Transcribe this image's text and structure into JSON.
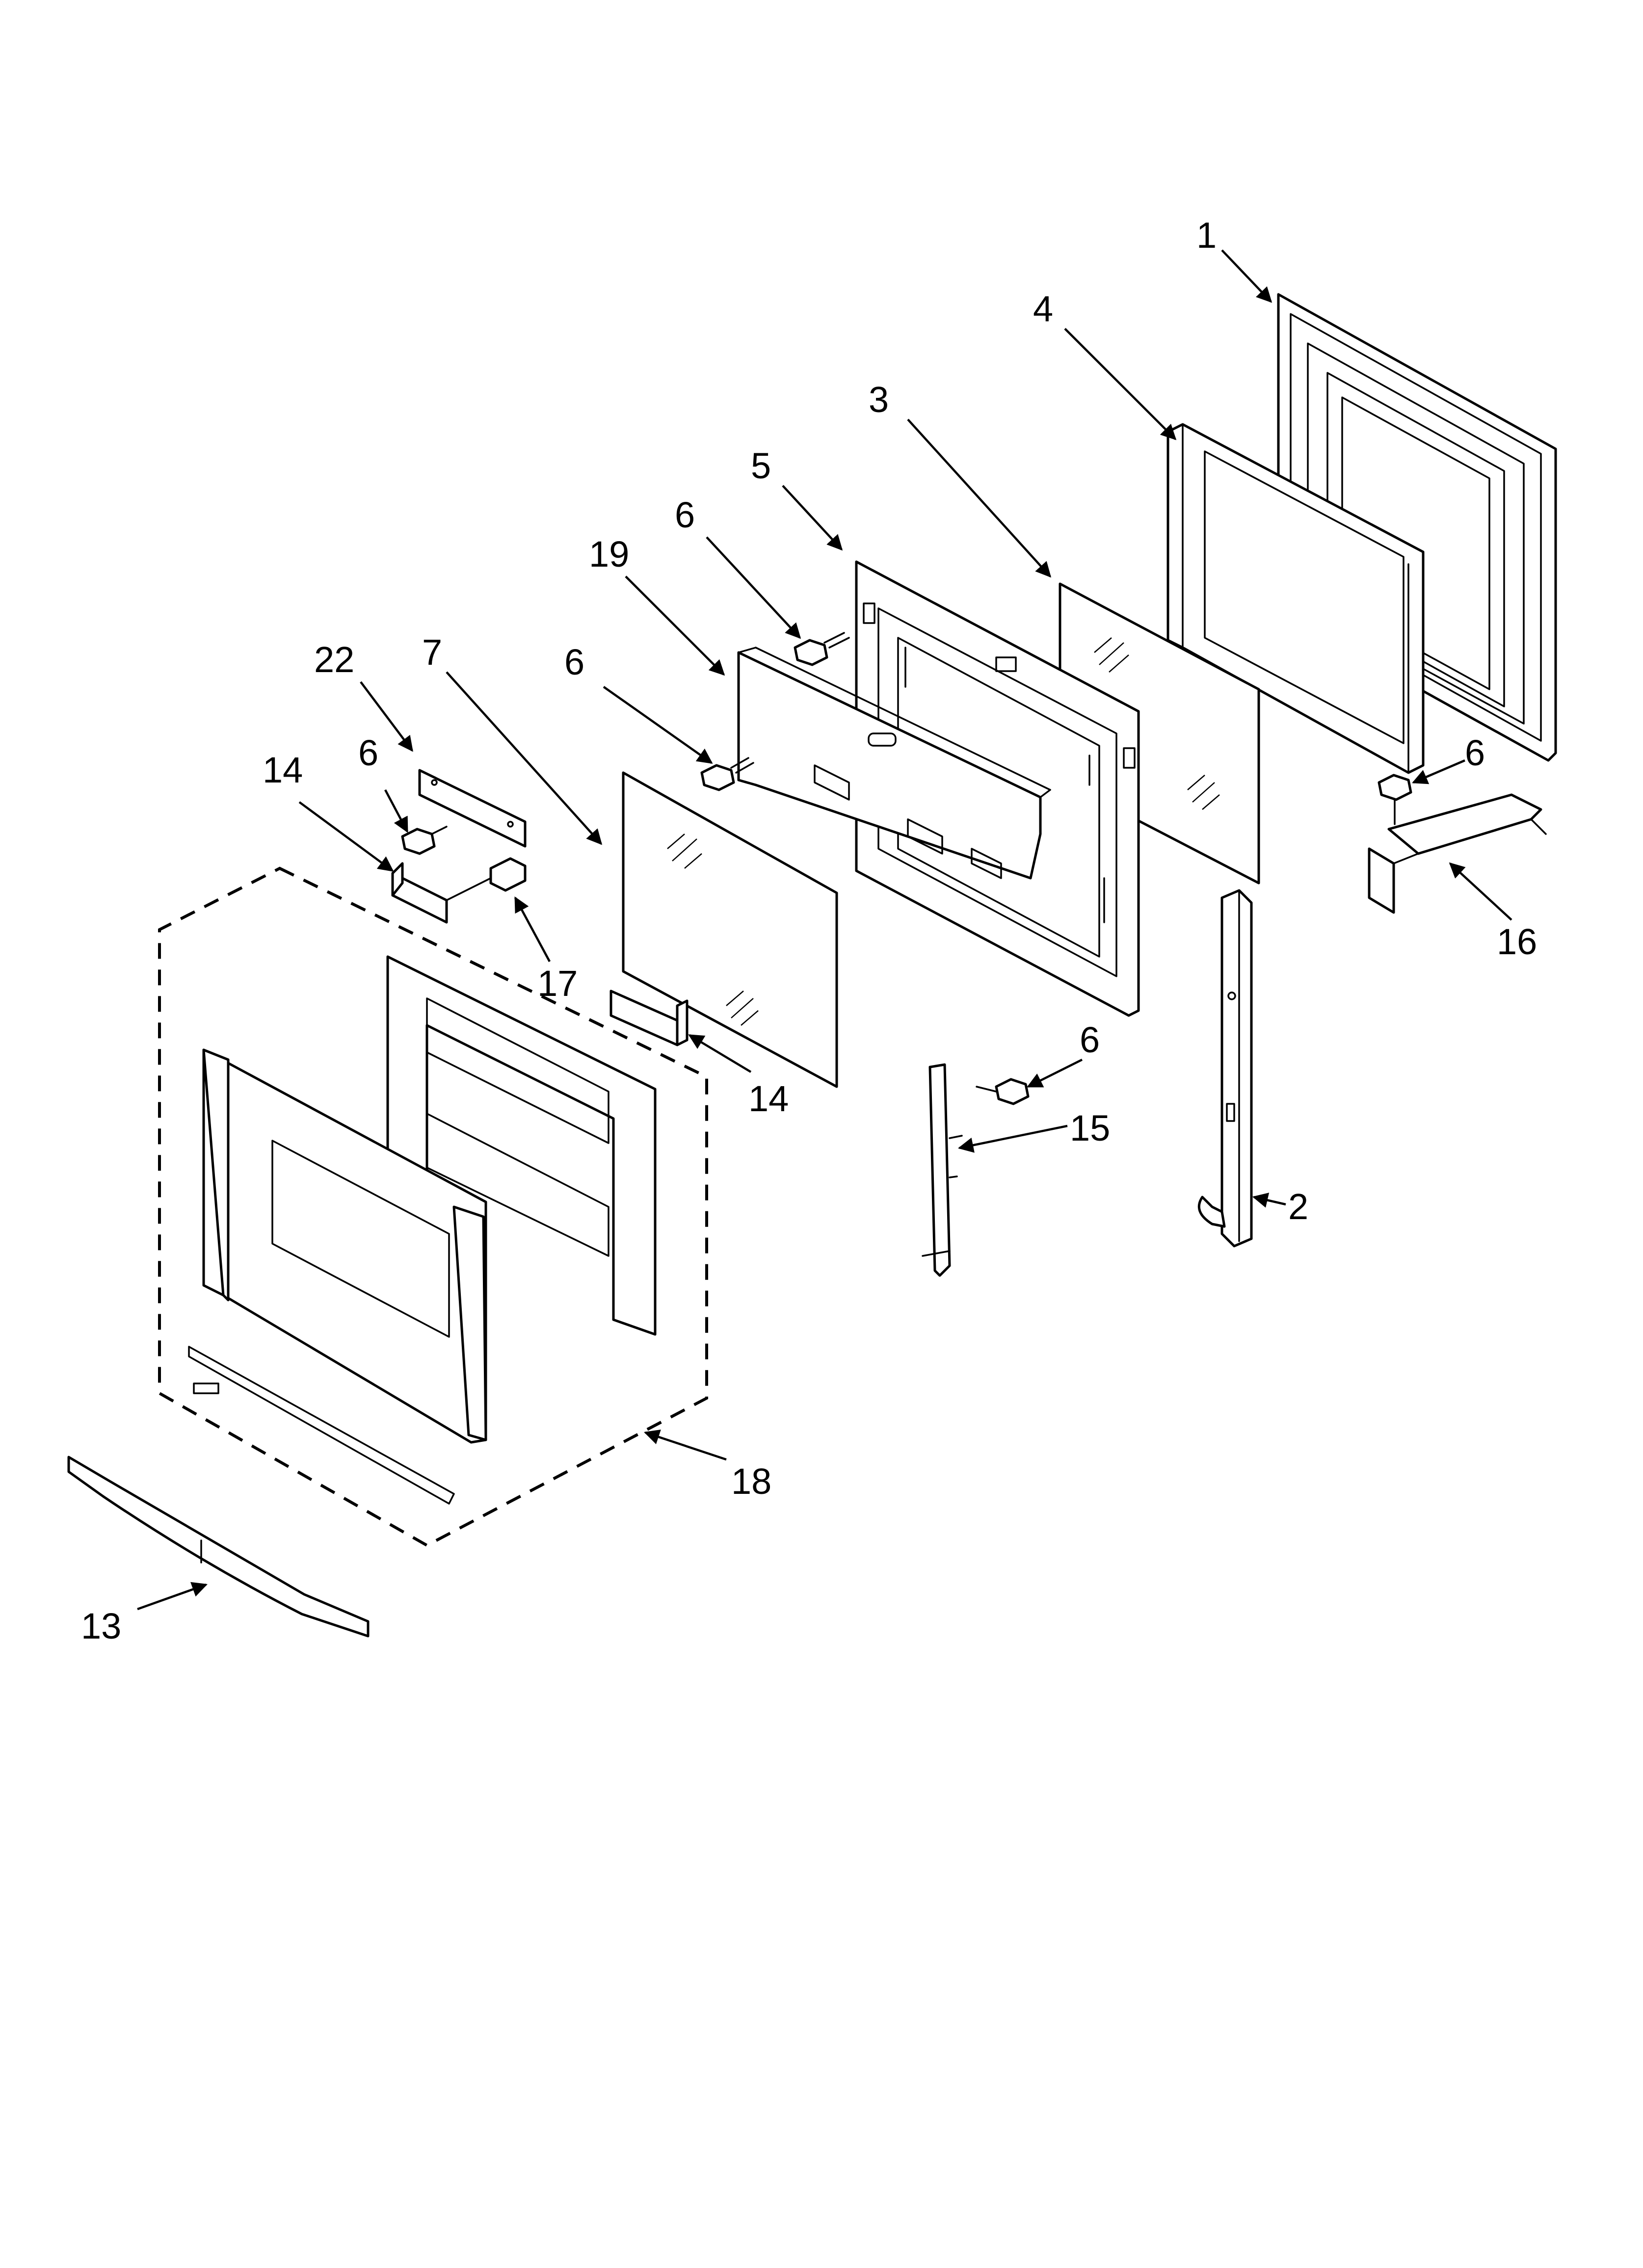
{
  "diagram": {
    "title": "",
    "callouts": [
      {
        "id": "c1",
        "label": "1"
      },
      {
        "id": "c4",
        "label": "4"
      },
      {
        "id": "c3",
        "label": "3"
      },
      {
        "id": "c5",
        "label": "5"
      },
      {
        "id": "c6a",
        "label": "6"
      },
      {
        "id": "c19",
        "label": "19"
      },
      {
        "id": "c6b",
        "label": "6"
      },
      {
        "id": "c22",
        "label": "22"
      },
      {
        "id": "c7",
        "label": "7"
      },
      {
        "id": "c14a",
        "label": "14"
      },
      {
        "id": "c6c",
        "label": "6"
      },
      {
        "id": "c6d",
        "label": "6"
      },
      {
        "id": "c16",
        "label": "16"
      },
      {
        "id": "c17",
        "label": "17"
      },
      {
        "id": "c14b",
        "label": "14"
      },
      {
        "id": "c6e",
        "label": "6"
      },
      {
        "id": "c15",
        "label": "15"
      },
      {
        "id": "c2",
        "label": "2"
      },
      {
        "id": "c18",
        "label": "18"
      },
      {
        "id": "c13",
        "label": "13"
      }
    ]
  }
}
